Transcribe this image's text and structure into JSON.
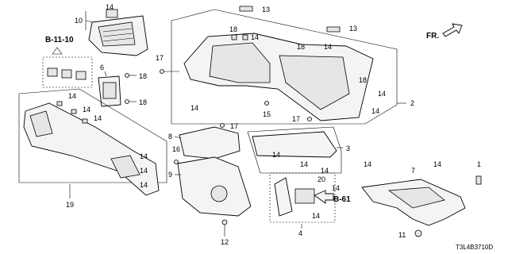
{
  "diagram_code": "T3L4B3710D",
  "direction_label": "FR.",
  "references": {
    "top_left": "B-11-10",
    "right": "B-61"
  },
  "callouts": {
    "c1": "1",
    "c2": "2",
    "c3": "3",
    "c4": "4",
    "c6": "6",
    "c7": "7",
    "c8": "8",
    "c9": "9",
    "c10": "10",
    "c11": "11",
    "c12": "12",
    "c13": "13",
    "c15": "15",
    "c16": "16",
    "c17": "17",
    "c18": "18",
    "c19": "19",
    "c20": "20",
    "c14": "14"
  }
}
